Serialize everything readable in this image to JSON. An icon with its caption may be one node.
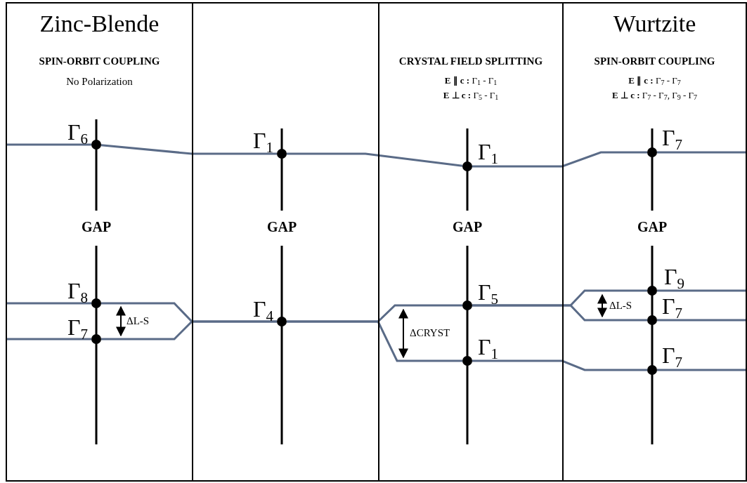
{
  "diagram": {
    "nodes": [
      {
        "text": [
          "Zinc-Blende",
          "SPIN-ORBIT COUPLING",
          "No Polarization"
        ]
      },
      {
        "text": [],
        "shape": "box"
      },
      {
        "text": [
          "CRYSTAL FIELD SPLITTING",
          "**E ∥ c :** Γ$_{1}$ - Γ$_{1}$",
          "**E ⊥ c :** Γ$_{5}$ - Γ$_{1}$"
        ]
      },
      {
        "text": [
          "Wurtzite",
          "SPIN-ORBIT COUPLING",
          "**E ∥ c :** Γ$_{7}$ - Γ$_{7}$",
          "**E ⊥ c :** Γ$_{7}$ - Γ$_{7}$, Γ$_{9}$ - Γ$_{7}$"
        ]
      },
      {
        "text": [],
        "shape": "circle",
        "beside": [
          "Γ$_{6}$"
        ],
        "in": 0
      },
      {
        "text": [],
        "shape": "circle",
        "beside": [
          "Γ$_{8}$"
        ],
        "in": 0
      },
      {
        "text": [],
        "shape": "circle",
        "beside": [
          "Γ$_{7}$"
        ],
        "in": 0
      },
      {
        "text": [],
        "shape": "circle",
        "beside": [
          "Γ$_{1}$"
        ],
        "in": 1
      },
      {
        "text": [],
        "shape": "circle",
        "beside": [
          "Γ$_{4}$"
        ],
        "in": 1
      },
      {
        "text": [],
        "shape": "circle",
        "beside": [
          "Γ$_{1}$"
        ],
        "in": 2
      },
      {
        "text": [],
        "shape": "circle",
        "beside": [
          "Γ$_{5}$"
        ],
        "in": 2
      },
      {
        "text": [],
        "shape": "circle",
        "beside": [
          "Γ$_{1}$"
        ],
        "in": 2
      },
      {
        "text": [],
        "shape": "circle",
        "beside": [
          "Γ$_{7}$"
        ],
        "in": 3
      },
      {
        "text": [],
        "shape": "circle",
        "beside": [
          "Γ$_{9}$"
        ],
        "in": 3
      },
      {
        "text": [],
        "shape": "circle",
        "beside": [
          "Γ$_{7}$"
        ],
        "in": 3
      },
      {
        "text": [],
        "shape": "circle",
        "beside": [
          "Γ$_{7}$"
        ],
        "in": 3
      }
    ],
    "edges": [
      {
        "from": null,
        "to": 4,
        "arrow": "none"
      },
      {
        "from": 4,
        "to": 7,
        "arrow": "none"
      },
      {
        "from": 7,
        "to": 9,
        "arrow": "none"
      },
      {
        "from": 9,
        "to": 12,
        "arrow": "none"
      },
      {
        "from": 12,
        "to": null,
        "arrow": "none"
      },
      {
        "from": null,
        "to": 5,
        "arrow": "none"
      },
      {
        "from": null,
        "to": 6,
        "arrow": "none"
      },
      {
        "from": 5,
        "to": 8,
        "arrow": "none"
      },
      {
        "from": 6,
        "to": 8,
        "arrow": "none"
      },
      {
        "from": 8,
        "to": 10,
        "arrow": "none"
      },
      {
        "from": 8,
        "to": 11,
        "arrow": "none"
      },
      {
        "from": 10,
        "to": 13,
        "arrow": "none"
      },
      {
        "from": 10,
        "to": 14,
        "arrow": "none"
      },
      {
        "from": 11,
        "to": 15,
        "arrow": "none"
      },
      {
        "from": 13,
        "to": null,
        "arrow": "none"
      },
      {
        "from": 14,
        "to": null,
        "arrow": "none"
      },
      {
        "from": 15,
        "to": null,
        "arrow": "none"
      }
    ],
    "labels": [
      "GAP",
      "GAP",
      "GAP",
      "GAP",
      "ΔL-S",
      "ΔCRYST",
      "ΔL-S"
    ]
  }
}
